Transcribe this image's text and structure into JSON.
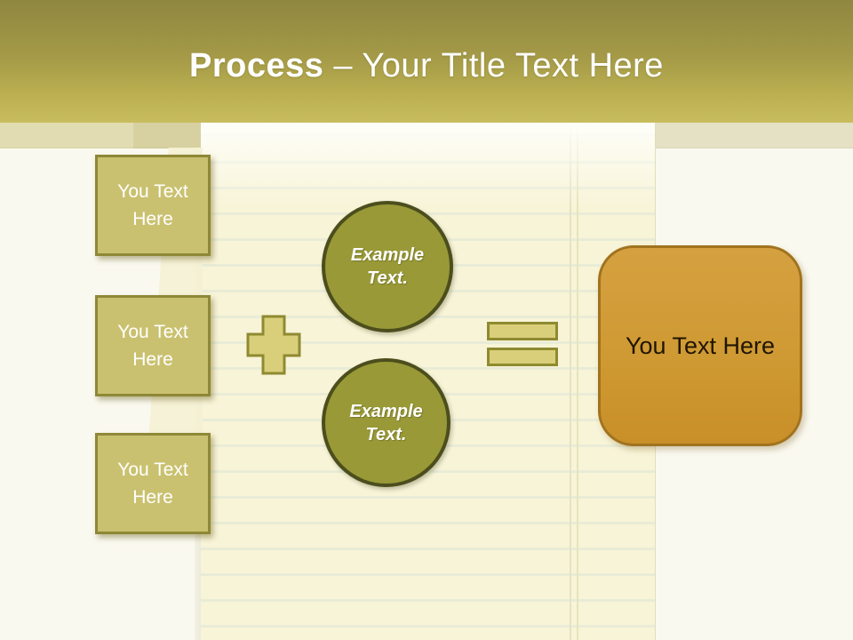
{
  "title": {
    "bold": "Process",
    "rest": "– Your Title Text Here"
  },
  "left_boxes": [
    {
      "label": "You Text Here"
    },
    {
      "label": "You Text Here"
    },
    {
      "label": "You Text Here"
    }
  ],
  "circles": [
    {
      "label": "Example Text."
    },
    {
      "label": "Example Text."
    }
  ],
  "operators": {
    "plus_icon": "plus-shape",
    "equals_icon": "equals-shape"
  },
  "result_box": {
    "label": "You Text Here"
  },
  "colors": {
    "header_top": "#8f8740",
    "header_bottom": "#c8bd5e",
    "box_fill": "#cac170",
    "box_border": "#8e8837",
    "circle_fill": "#999937",
    "circle_border": "#4c4e1d",
    "operator_fill": "#d9cf7b",
    "operator_border": "#8f8a30",
    "result_fill": "#cf9a33",
    "result_border": "#a1731e",
    "pad_fill": "#f8f4d8",
    "text_light": "#ffffff",
    "text_dark": "#201500"
  }
}
